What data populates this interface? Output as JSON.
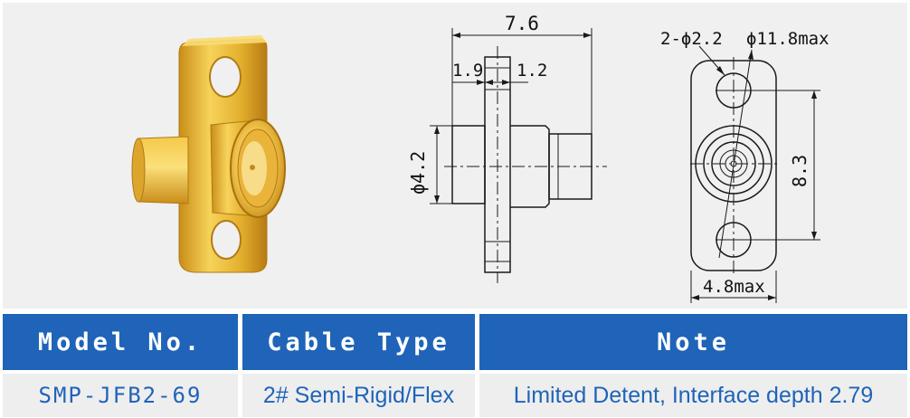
{
  "drawing": {
    "side_view": {
      "overall_length": "7.6",
      "flange_offset": "1.9",
      "flange_thickness": "1.2",
      "body_diameter": "ϕ4.2"
    },
    "front_view": {
      "mount_holes": "2-ϕ2.2",
      "outer_diameter": "ϕ11.8max",
      "hole_spacing": "8.3",
      "flange_width": "4.8max"
    }
  },
  "table": {
    "headers": [
      "Model No.",
      "Cable Type",
      "Note"
    ],
    "rows": [
      {
        "model": "SMP-JFB2-69",
        "cable": "2# Semi-Rigid/Flex",
        "note": "Limited Detent, Interface depth 2.79"
      }
    ]
  },
  "colors": {
    "header_bg": "#1f64b8",
    "cell_text": "#1f64b8",
    "cell_bg": "#eeeeee",
    "panel_bg": "#f0f0f0"
  }
}
